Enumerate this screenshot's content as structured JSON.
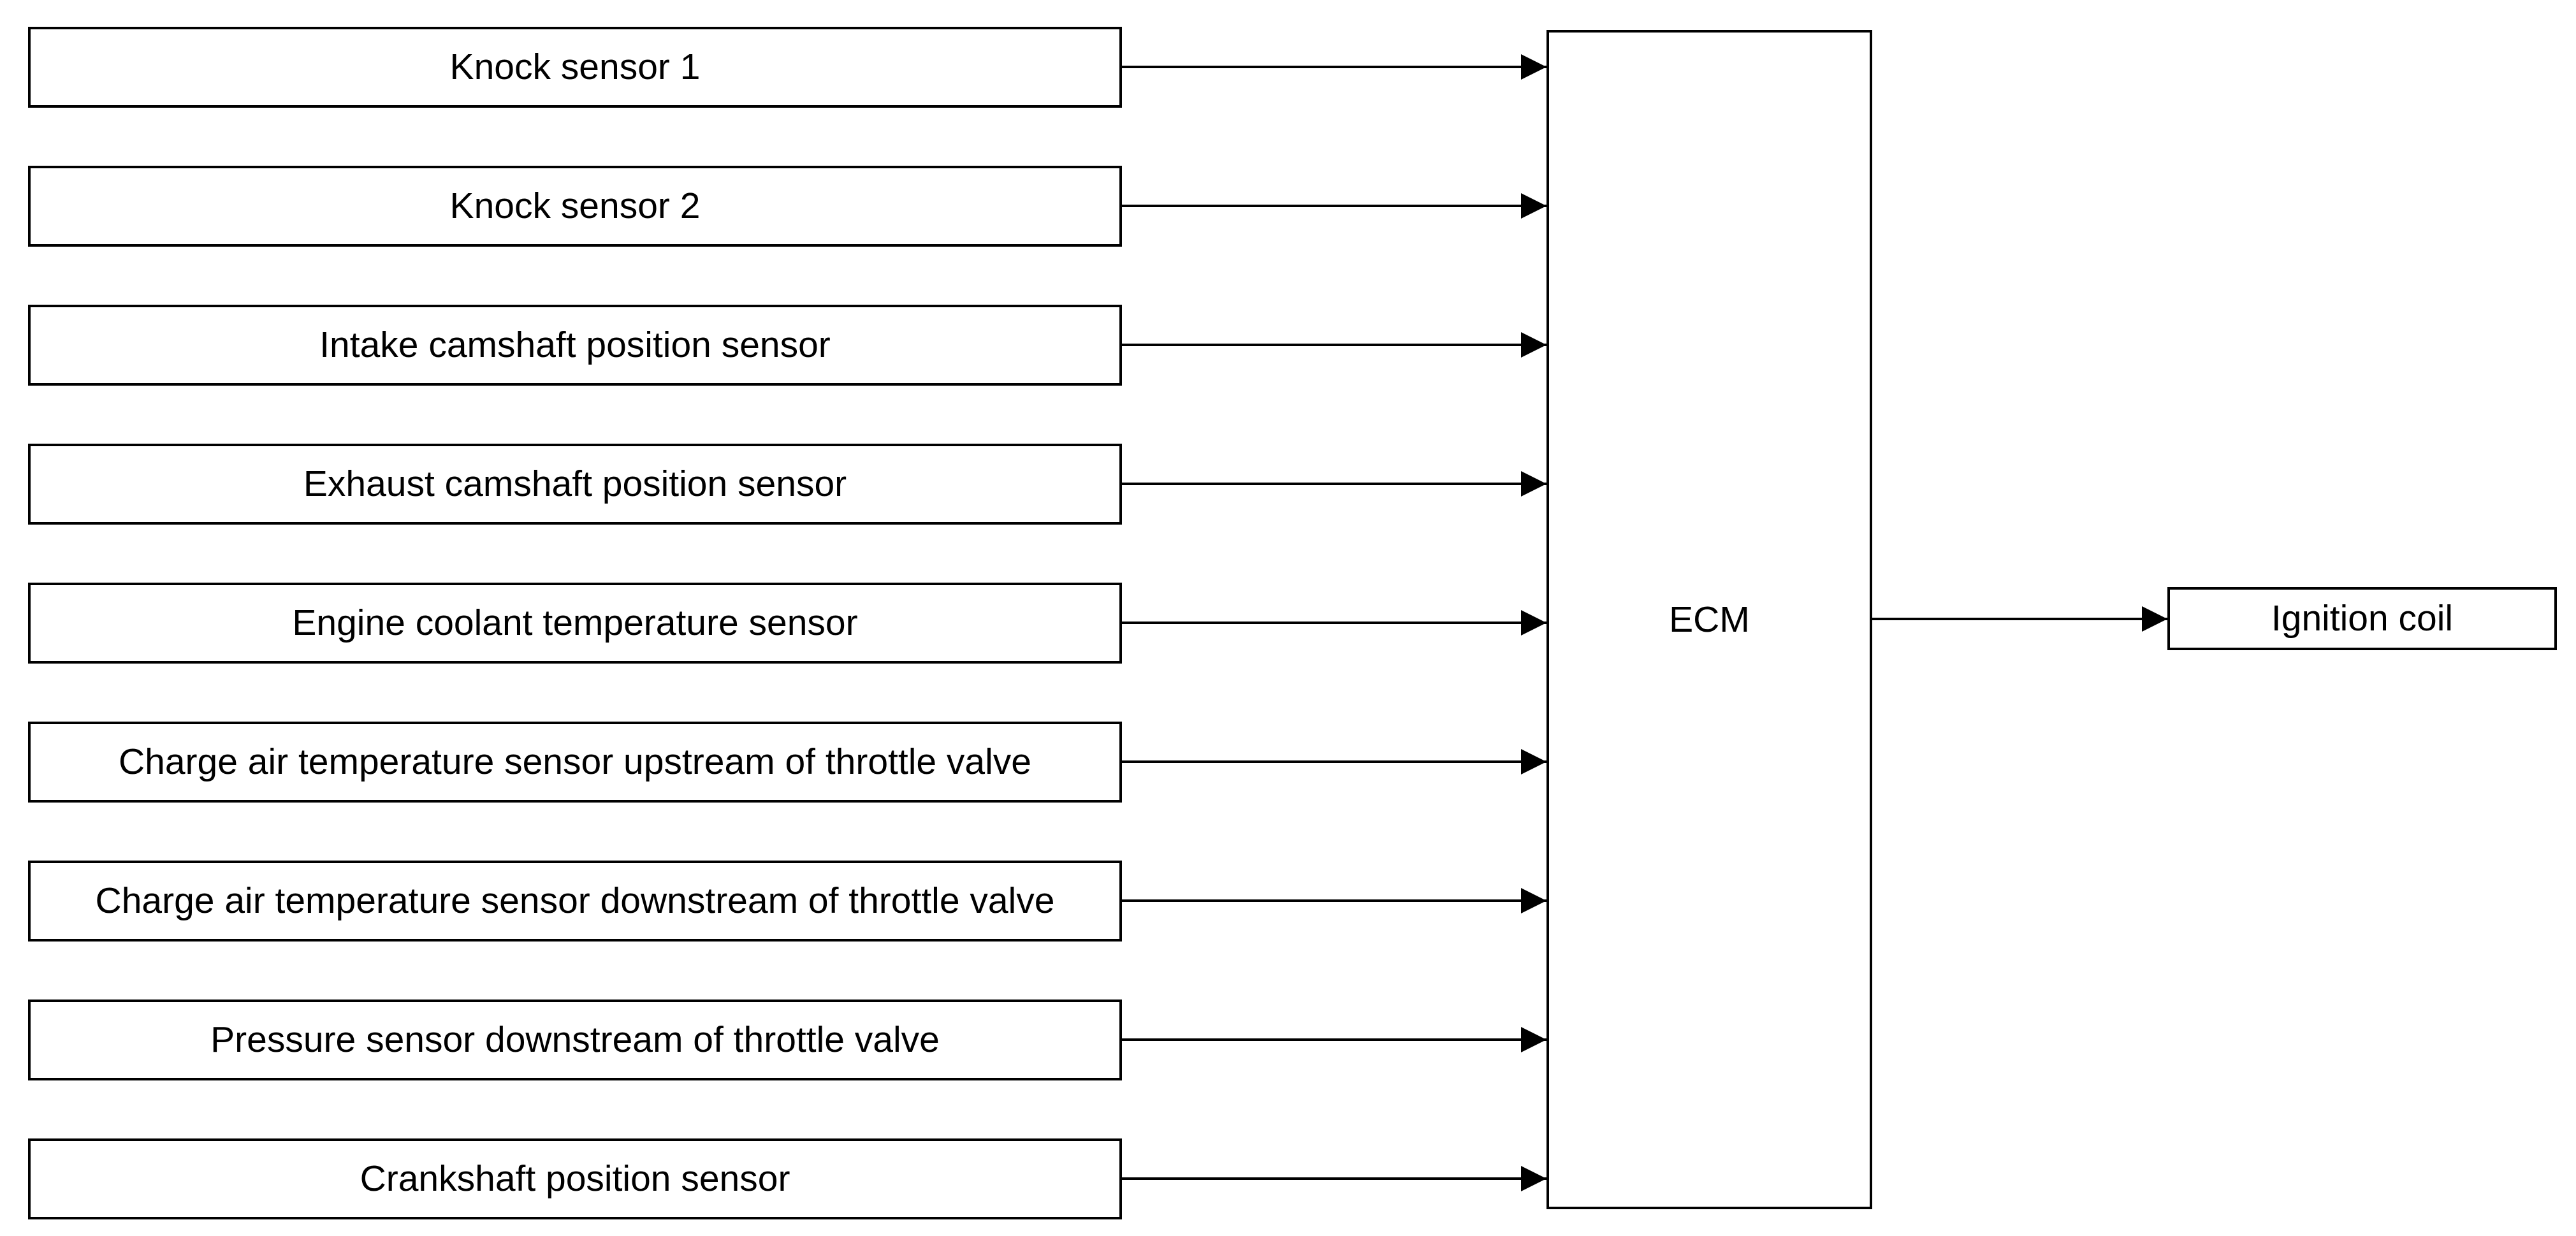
{
  "diagram": {
    "sensors": [
      "Knock sensor 1",
      "Knock sensor 2",
      "Intake camshaft position sensor",
      "Exhaust camshaft position sensor",
      "Engine coolant temperature sensor",
      "Charge air temperature sensor upstream of throttle valve",
      "Charge air temperature sensor downstream of throttle valve",
      "Pressure sensor downstream of throttle valve",
      "Crankshaft position sensor"
    ],
    "controller": "ECM",
    "output": "Ignition coil"
  }
}
